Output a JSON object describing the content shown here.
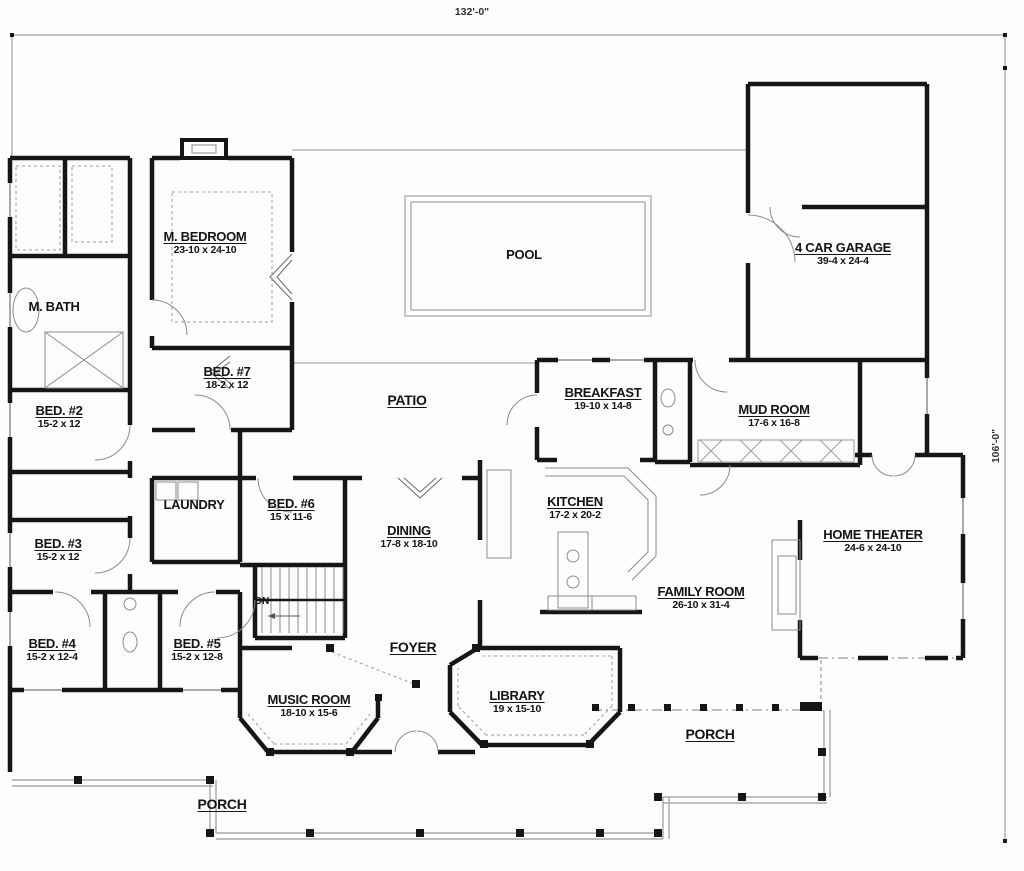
{
  "plan": {
    "top_dimension": "132'-0\"",
    "right_dimension": "106'-0\"",
    "stairs_label": "DN"
  },
  "rooms": [
    {
      "name": "M. BEDROOM",
      "size": "23-10 x 24-10"
    },
    {
      "name": "M. BATH",
      "size": ""
    },
    {
      "name": "POOL",
      "size": ""
    },
    {
      "name": "4 CAR GARAGE",
      "size": "39-4 x 24-4"
    },
    {
      "name": "BED. #7",
      "size": "18-2 x 12"
    },
    {
      "name": "PATIO",
      "size": ""
    },
    {
      "name": "BREAKFAST",
      "size": "19-10 x 14-8"
    },
    {
      "name": "MUD ROOM",
      "size": "17-6 x 16-8"
    },
    {
      "name": "BED. #2",
      "size": "15-2 x 12"
    },
    {
      "name": "LAUNDRY",
      "size": ""
    },
    {
      "name": "BED. #6",
      "size": "15 x 11-6"
    },
    {
      "name": "KITCHEN",
      "size": "17-2 x 20-2"
    },
    {
      "name": "DINING",
      "size": "17-8 x 18-10"
    },
    {
      "name": "HOME THEATER",
      "size": "24-6 x 24-10"
    },
    {
      "name": "BED. #3",
      "size": "15-2 x 12"
    },
    {
      "name": "FAMILY ROOM",
      "size": "26-10 x 31-4"
    },
    {
      "name": "BED. #4",
      "size": "15-2 x 12-4"
    },
    {
      "name": "BED. #5",
      "size": "15-2 x 12-8"
    },
    {
      "name": "FOYER",
      "size": ""
    },
    {
      "name": "MUSIC ROOM",
      "size": "18-10 x 15-6"
    },
    {
      "name": "LIBRARY",
      "size": "19 x 15-10"
    },
    {
      "name": "PORCH",
      "size": ""
    },
    {
      "name": "PORCH",
      "size": ""
    }
  ],
  "colors": {
    "wall": "#161616",
    "thin": "#9a9a9a",
    "text": "#141414",
    "background": "#fdfdfd"
  }
}
